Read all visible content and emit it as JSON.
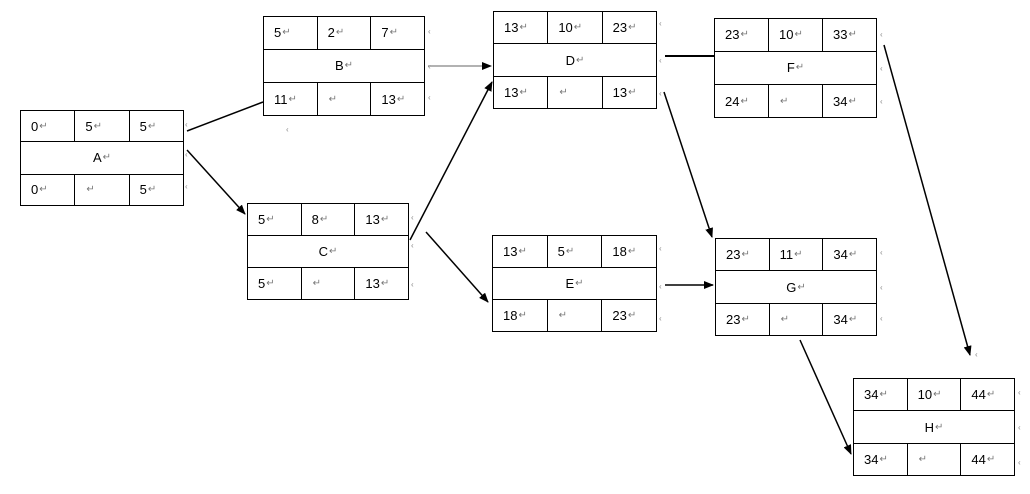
{
  "return_mark": "↵",
  "side_mark": "‹",
  "colors": {
    "line": "#000000",
    "grey_line": "#666666"
  },
  "nodes": [
    {
      "id": "A",
      "es": "0",
      "dur": "5",
      "ef": "5",
      "ls": "0",
      "slack": "",
      "lf": "5"
    },
    {
      "id": "B",
      "es": "5",
      "dur": "2",
      "ef": "7",
      "ls": "11",
      "slack": "",
      "lf": "13"
    },
    {
      "id": "C",
      "es": "5",
      "dur": "8",
      "ef": "13",
      "ls": "5",
      "slack": "",
      "lf": "13"
    },
    {
      "id": "D",
      "es": "13",
      "dur": "10",
      "ef": "23",
      "ls": "13",
      "slack": "",
      "lf": "13"
    },
    {
      "id": "E",
      "es": "13",
      "dur": "5",
      "ef": "18",
      "ls": "18",
      "slack": "",
      "lf": "23"
    },
    {
      "id": "F",
      "es": "23",
      "dur": "10",
      "ef": "33",
      "ls": "24",
      "slack": "",
      "lf": "34"
    },
    {
      "id": "G",
      "es": "23",
      "dur": "11",
      "ef": "34",
      "ls": "23",
      "slack": "",
      "lf": "34"
    },
    {
      "id": "H",
      "es": "34",
      "dur": "10",
      "ef": "44",
      "ls": "34",
      "slack": "",
      "lf": "44"
    }
  ],
  "edges": [
    {
      "from": "A",
      "to": "B",
      "arrow": false
    },
    {
      "from": "A",
      "to": "C",
      "arrow": true
    },
    {
      "from": "B",
      "to": "D",
      "arrow": true
    },
    {
      "from": "C",
      "to": "D",
      "arrow": true
    },
    {
      "from": "C",
      "to": "E",
      "arrow": true
    },
    {
      "from": "D",
      "to": "F",
      "arrow": false
    },
    {
      "from": "D",
      "to": "G",
      "arrow": true
    },
    {
      "from": "E",
      "to": "G",
      "arrow": true
    },
    {
      "from": "F",
      "to": "H",
      "arrow": true
    },
    {
      "from": "G",
      "to": "H",
      "arrow": true
    }
  ]
}
